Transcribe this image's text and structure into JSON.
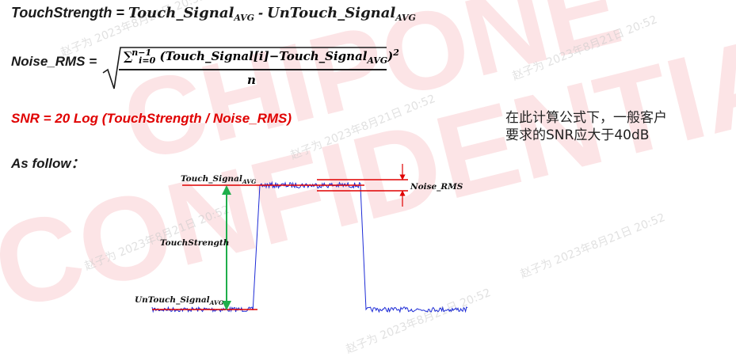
{
  "formulas": {
    "touch_strength": {
      "lhs": "TouchStrength = ",
      "term1": "Touch_Signal",
      "term1_sub": "AVG",
      "minus": " - ",
      "term2": "UnTouch_Signal",
      "term2_sub": "AVG"
    },
    "noise_rms": {
      "lhs": "Noise_RMS = ",
      "numerator_text": "∑ (Touch_Signal[i]−Touch_Signal",
      "sum_top": "n−1",
      "sum_bottom": "i=0",
      "numerator_sub": "AVG",
      "numerator_tail": ")",
      "power": "2",
      "denominator": "n"
    },
    "snr": "SNR = 20 Log (TouchStrength / Noise_RMS)",
    "as_follow": "As follow："
  },
  "note": {
    "line1": "在此计算公式下，一般客户",
    "line2": "要求的SNR应大于40dB"
  },
  "watermark": {
    "big_letters": [
      "CHIPONE",
      "CONFIDENTIAL"
    ],
    "small_text": "赵子为 2023年8月21日 20:52"
  },
  "plot_labels": {
    "touch_signal": "Touch_Signal",
    "touch_signal_sub": "AVG",
    "noise_rms": "Noise_RMS",
    "touch_strength": "TouchStrength",
    "untouch_signal": "UnTouch_Signal",
    "untouch_signal_sub": "AVG"
  },
  "colors": {
    "signal": "#1d2bd6",
    "avg_line": "#e00000",
    "arrow": "#1fae4b",
    "snr_text": "#e00000"
  }
}
